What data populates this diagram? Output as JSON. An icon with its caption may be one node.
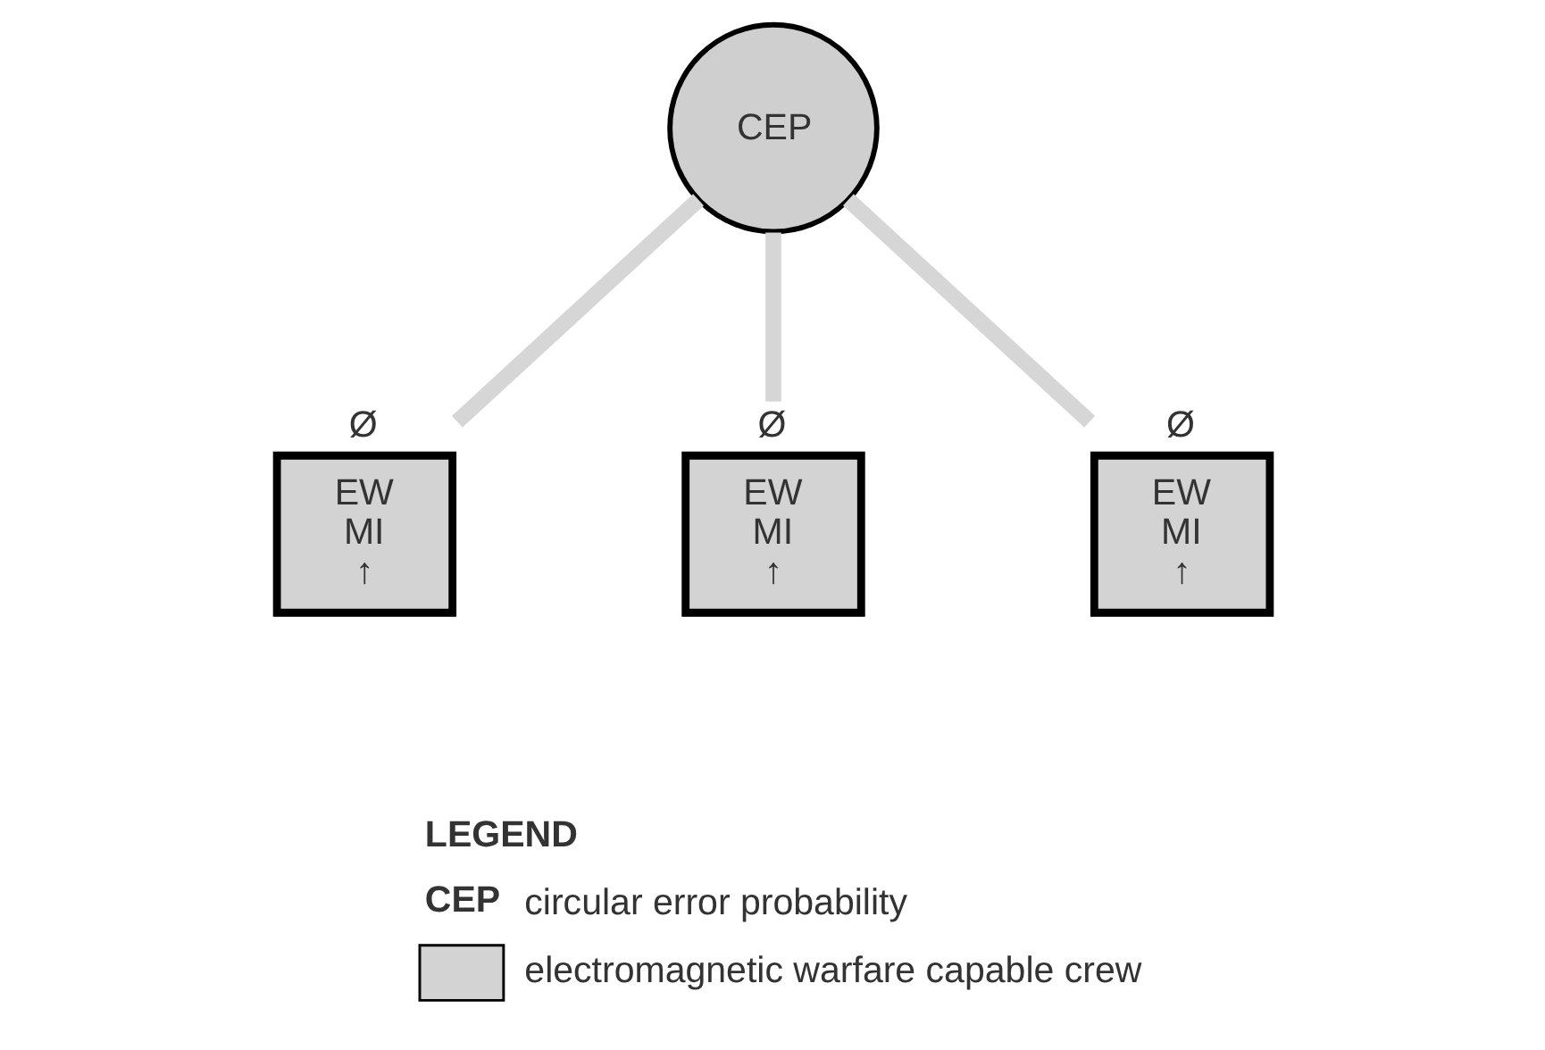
{
  "diagram": {
    "nodes": [
      {
        "text": [
          "CEP"
        ]
      },
      {
        "text": [
          "EW",
          "MI",
          "↑"
        ],
        "beside": [
          "Ø"
        ]
      },
      {
        "text": [
          "EW",
          "MI",
          "↑"
        ],
        "beside": [
          "Ø"
        ]
      },
      {
        "text": [
          "EW",
          "MI",
          "↑"
        ],
        "beside": [
          "Ø"
        ]
      }
    ],
    "edges": [
      {
        "from": 1,
        "to": 0,
        "arrow": "none"
      },
      {
        "from": 2,
        "to": 0,
        "arrow": "none"
      },
      {
        "from": 3,
        "to": 0,
        "arrow": "none"
      }
    ],
    "labels": [
      "LEGEND",
      "CEP"
    ],
    "legend": [
      {
        "text": "circular error probability"
      },
      {
        "text": "electromagnetic warfare capable crew"
      }
    ]
  }
}
